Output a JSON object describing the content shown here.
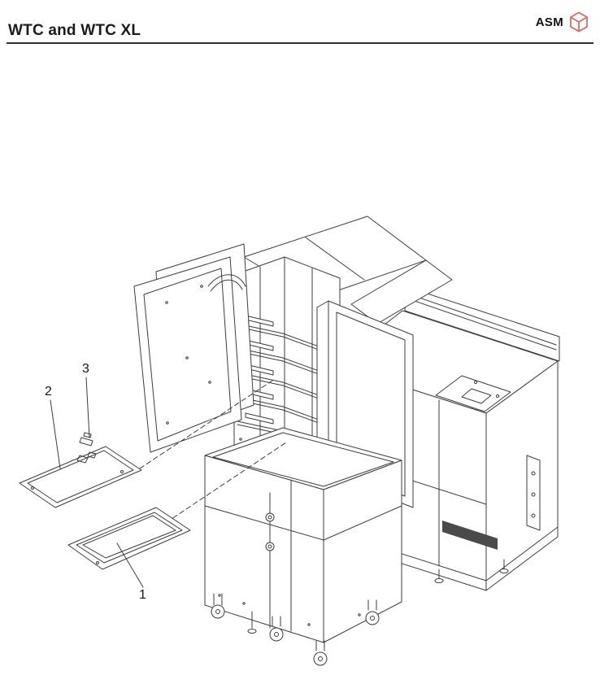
{
  "page": {
    "title": "WTC and WTC XL"
  },
  "logo": {
    "text": "ASM",
    "accent_color": "#e2685c"
  },
  "drawing": {
    "ink_color": "#3c3c3c",
    "callouts": [
      {
        "label": "1"
      },
      {
        "label": "2"
      },
      {
        "label": "3"
      }
    ]
  }
}
